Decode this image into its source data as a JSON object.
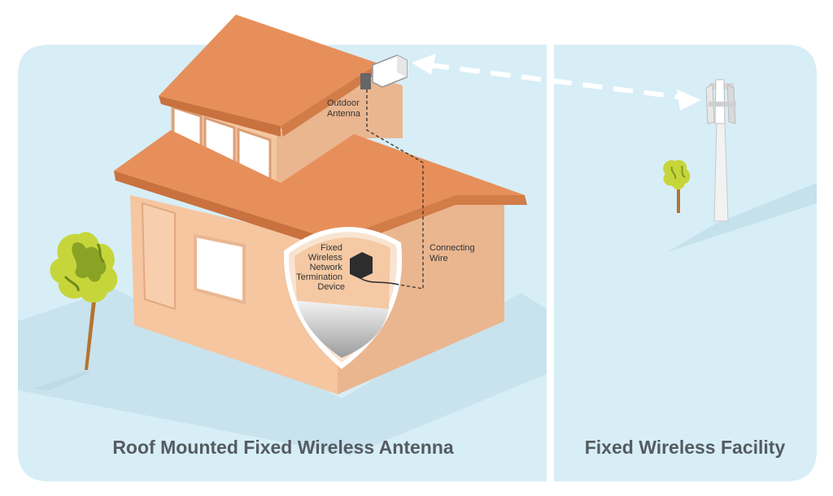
{
  "labels": {
    "outdoor_antenna": [
      "Outdoor",
      "Antenna"
    ],
    "connecting_wire": [
      "Connecting",
      "Wire"
    ],
    "ntd": [
      "Fixed",
      "Wireless",
      "Network",
      "Termination",
      "Device"
    ]
  },
  "captions": {
    "left": "Roof Mounted Fixed Wireless Antenna",
    "right": "Fixed Wireless Facility"
  },
  "colors": {
    "panel_bg": "#d7eef7",
    "wall": "#f5c6a0",
    "roof": "#e78f5a",
    "trunk": "#b5742e",
    "foliage": "#c6d63a",
    "tower": "#f2f2f2"
  }
}
